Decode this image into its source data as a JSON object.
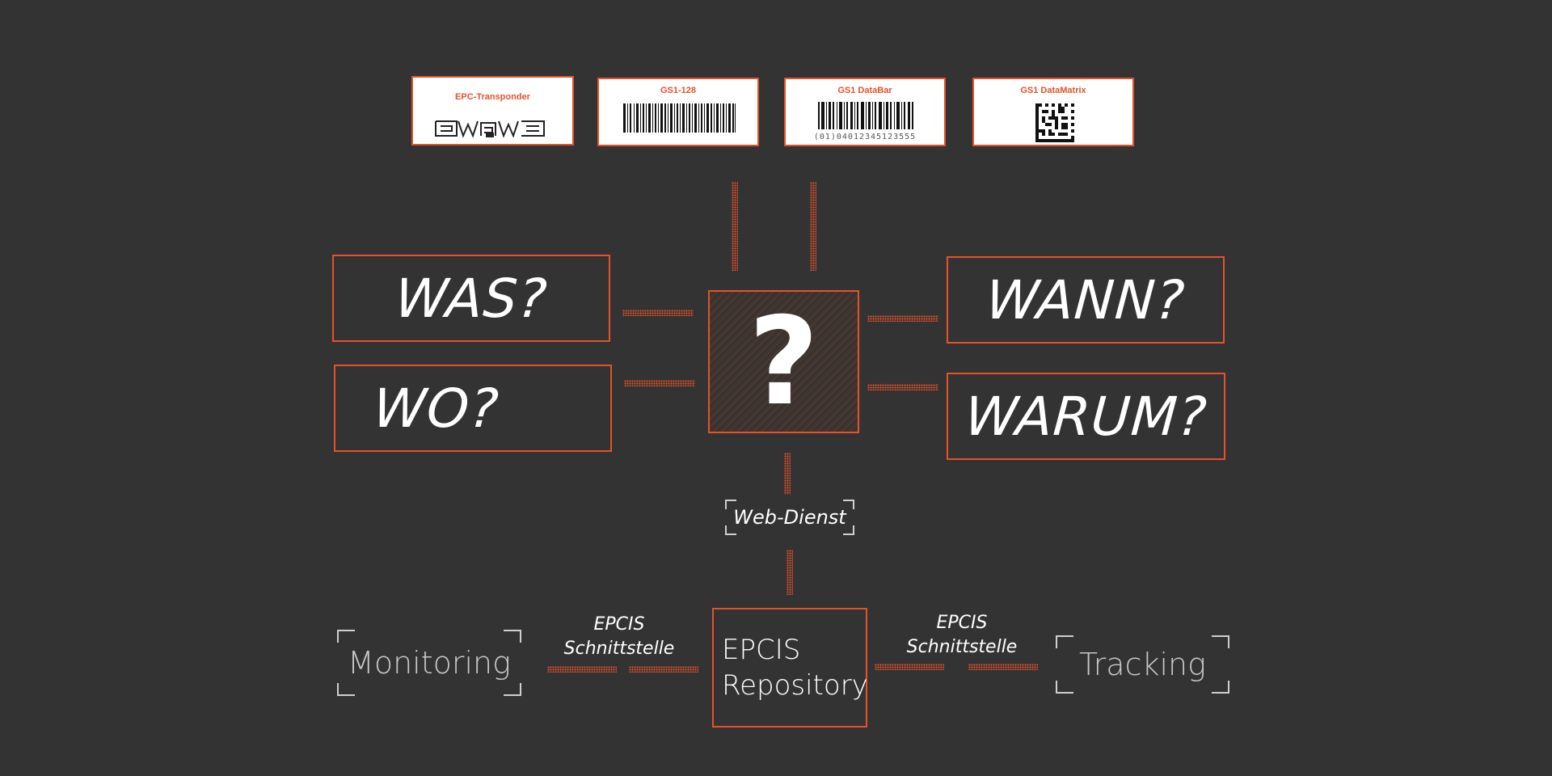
{
  "identifiers": {
    "epc": {
      "title": "EPC-Transponder"
    },
    "gs1_128": {
      "title": "GS1-128"
    },
    "databar": {
      "title": "GS1 DataBar",
      "caption": "(01)04012345123555"
    },
    "datamatrix": {
      "title": "GS1 DataMatrix"
    }
  },
  "questions": {
    "was": "WAS?",
    "wo": "WO?",
    "wann": "WANN?",
    "warum": "WARUM?",
    "center": "?"
  },
  "web_service": "Web-Dienst",
  "repository": {
    "line1": "EPCIS",
    "line2": "Repository"
  },
  "interfaces": {
    "left": {
      "line1": "EPCIS",
      "line2": "Schnittstelle"
    },
    "right": {
      "line1": "EPCIS",
      "line2": "Schnittstelle"
    }
  },
  "consumers": {
    "monitoring": "Monitoring",
    "tracking": "Tracking"
  },
  "colors": {
    "background": "#333333",
    "accent": "#e4522b",
    "text": "#ffffff",
    "muted": "#c8c8c8"
  }
}
